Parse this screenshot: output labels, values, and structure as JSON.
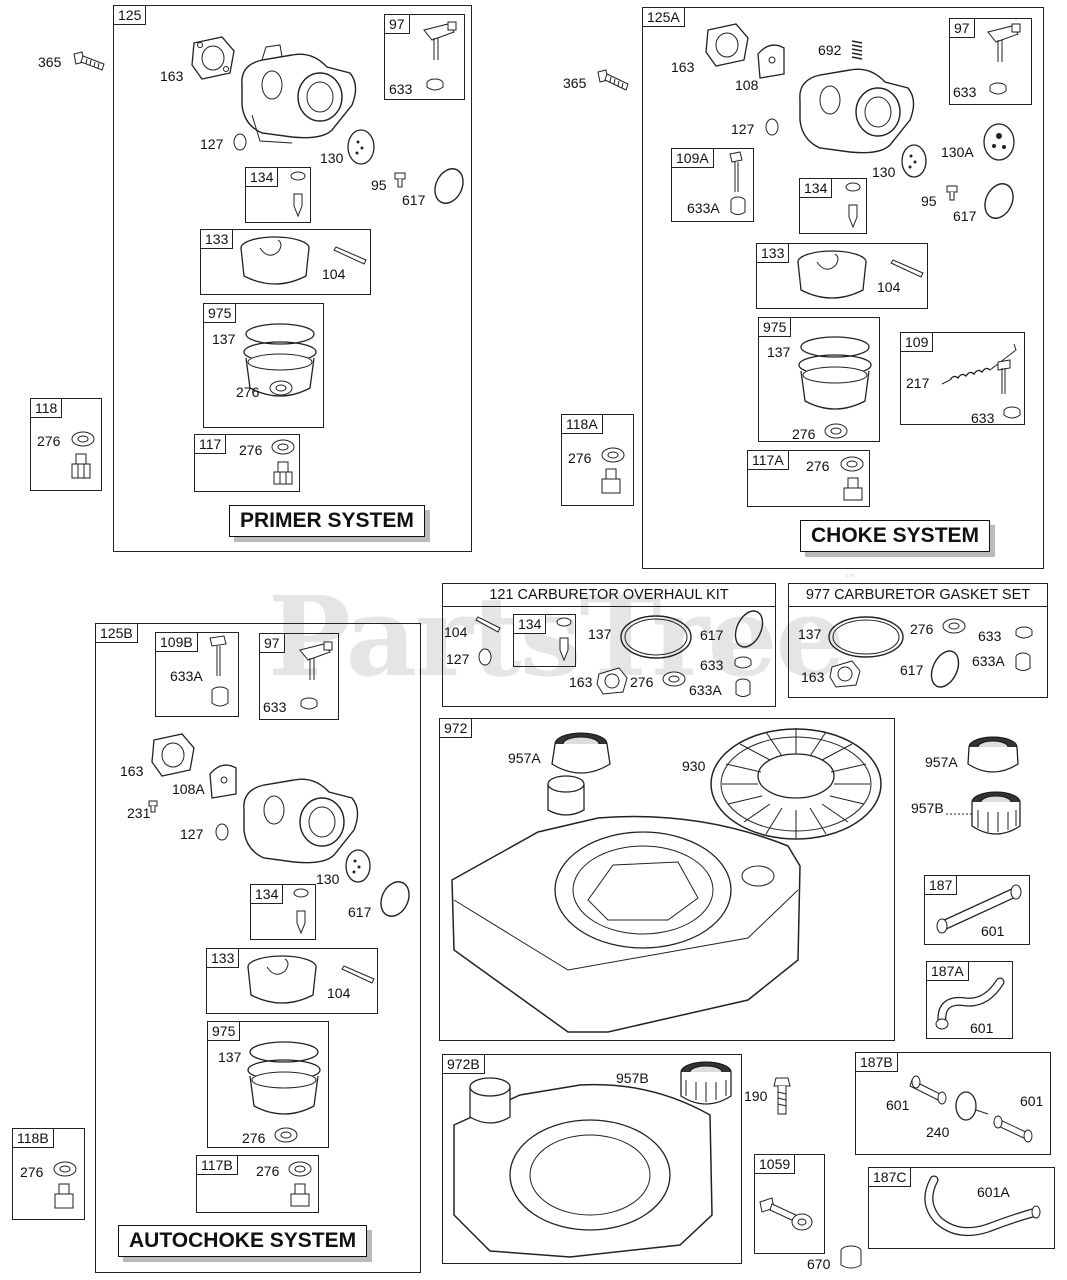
{
  "watermark": {
    "text": "PartsTree",
    "tm": "™"
  },
  "primer": {
    "id": "125",
    "title": "PRIMER SYSTEM",
    "labels": {
      "gasket": "163",
      "oring": "127",
      "plate": "130",
      "screw": "95",
      "ring": "617",
      "float_pin": "104",
      "bowl_gasket": "137",
      "washer": "276"
    },
    "sub": {
      "primer": "97",
      "primer_part": "633",
      "needle": "134",
      "float": "133",
      "bowl": "975",
      "bowl_nut": "117",
      "nut_washer": "276"
    }
  },
  "choke": {
    "id": "125A",
    "title": "CHOKE SYSTEM",
    "labels": {
      "gasket": "163",
      "plate": "108",
      "spring": "692",
      "oring": "127",
      "plate2": "130",
      "plate3": "130A",
      "screw": "95",
      "ring": "617",
      "float_pin": "104",
      "bowl_gasket": "137",
      "washer": "276",
      "spring2": "217",
      "part633": "633"
    },
    "sub": {
      "primer": "97",
      "primer_part": "633",
      "jet": "109A",
      "jet_part": "633A",
      "needle": "134",
      "float": "133",
      "bowl": "975",
      "governor": "109",
      "bowl_nut": "117A",
      "nut_washer": "276"
    }
  },
  "autochoke": {
    "id": "125B",
    "title": "AUTOCHOKE SYSTEM",
    "labels": {
      "gasket": "163",
      "plate": "108A",
      "screw": "231",
      "oring": "127",
      "plate2": "130",
      "ring": "617",
      "float_pin": "104",
      "bowl_gasket": "137",
      "washer": "276"
    },
    "sub": {
      "jet": "109B",
      "jet_part": "633A",
      "primer": "97",
      "primer_part": "633",
      "needle": "134",
      "float": "133",
      "bowl": "975",
      "bowl_nut": "117B",
      "nut_washer": "276"
    }
  },
  "standalone": {
    "b118": {
      "id": "118",
      "washer": "276"
    },
    "b118a": {
      "id": "118A",
      "washer": "276"
    },
    "b118b": {
      "id": "118B",
      "washer": "276"
    },
    "bolt_left": "365",
    "bolt_mid": "365"
  },
  "overhaul_kit": {
    "title": "121 CARBURETOR OVERHAUL KIT",
    "labels": {
      "pin": "104",
      "oring": "127",
      "needle": "134",
      "gasket137": "137",
      "ring": "617",
      "part633": "633",
      "gasket163": "163",
      "washer": "276",
      "part633a": "633A"
    }
  },
  "gasket_set": {
    "title": "977 CARBURETOR GASKET SET",
    "labels": {
      "gasket137": "137",
      "washer": "276",
      "part633": "633",
      "gasket163": "163",
      "ring": "617",
      "part633a": "633A"
    }
  },
  "tank972": {
    "id": "972",
    "cap": "957A",
    "shroud": "930"
  },
  "tank972b": {
    "id": "972B",
    "cap": "957B"
  },
  "right_parts": {
    "cap957a": "957A",
    "cap957b": "957B",
    "line187": {
      "id": "187",
      "clamp": "601"
    },
    "line187a": {
      "id": "187A",
      "clamp": "601"
    },
    "line187b": {
      "id": "187B",
      "clamp_l": "601",
      "clamp_r": "601",
      "filter": "240"
    },
    "line187c": {
      "id": "187C",
      "clamp": "601A"
    },
    "screw190": "190",
    "kit1059": {
      "id": "1059",
      "spacer": "670"
    }
  }
}
